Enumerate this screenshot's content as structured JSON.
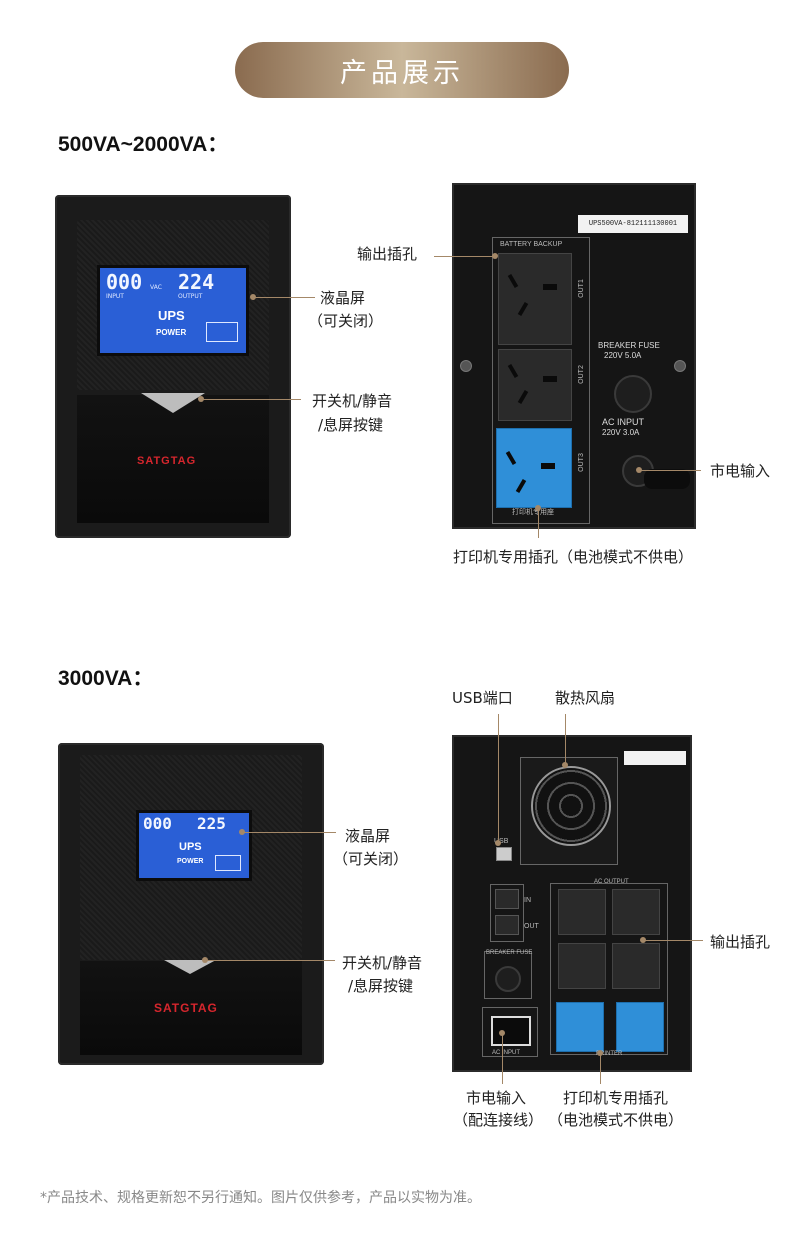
{
  "header": {
    "title": "产品展示"
  },
  "section1": {
    "heading": "500VA~2000VA：",
    "front": {
      "lcd": {
        "input_digits": "000",
        "output_digits": "224",
        "input_label": "INPUT",
        "output_label": "OUTPUT",
        "vac": "VAC",
        "ups": "UPS",
        "power": "POWER"
      },
      "brand": "SATGTAG",
      "labels": {
        "lcd": "液晶屏",
        "lcd_note": "（可关闭）",
        "switch": "开关机/静音",
        "switch_note": "/息屏按键"
      }
    },
    "rear": {
      "serial": "UPS500VA-812111130001",
      "battery_backup": "BATTERY BACKUP",
      "out1": "OUT1",
      "out2": "OUT2",
      "out3": "OUT3",
      "breaker": "BREAKER  FUSE",
      "breaker_val": "220V   5.0A",
      "ac_input": "AC INPUT",
      "ac_input_val": "220V   3.0A",
      "printer_text": "打印机专用座",
      "labels": {
        "output": "输出插孔",
        "mains": "市电输入",
        "printer": "打印机专用插孔（电池模式不供电）"
      }
    }
  },
  "section2": {
    "heading": "3000VA：",
    "front": {
      "lcd": {
        "input_digits": "000",
        "output_digits": "225",
        "ups": "UPS",
        "power": "POWER"
      },
      "brand": "SATGTAG",
      "labels": {
        "lcd": "液晶屏",
        "lcd_note": "（可关闭）",
        "switch": "开关机/静音",
        "switch_note": "/息屏按键"
      }
    },
    "rear": {
      "ac_output": "AC OUTPUT",
      "breaker_fuse": "BREAKER FUSE",
      "ac_input": "AC INPUT",
      "printer": "PRINTER",
      "usb": "USB",
      "in": "IN",
      "out": "OUT",
      "labels": {
        "usb": "USB端口",
        "fan": "散热风扇",
        "output": "输出插孔",
        "mains": "市电输入",
        "mains_note": "（配连接线）",
        "printer": "打印机专用插孔",
        "printer_note": "（电池模式不供电）"
      }
    }
  },
  "footer": {
    "note": "*产品技术、规格更新恕不另行通知。图片仅供参考，产品以实物为准。"
  },
  "colors": {
    "accent": "#a48868",
    "lcd": "#2a5fd6",
    "outlet_blue": "#2f8fd8",
    "brand_red": "#d6262d"
  }
}
